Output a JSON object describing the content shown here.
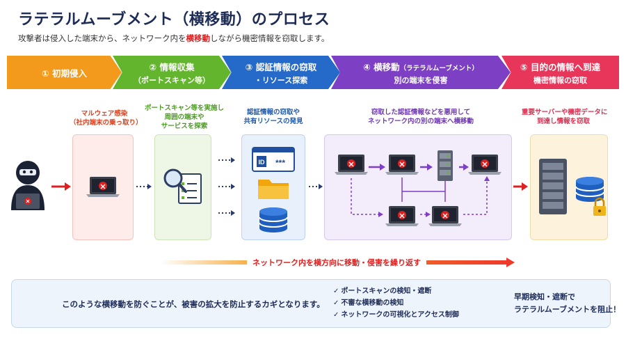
{
  "header": {
    "title": "ラテラルムーブメント（横移動）のプロセス",
    "subtitle_pre": "攻撃者は侵入した端末から、ネットワーク内を",
    "subtitle_hl": "横移動",
    "subtitle_post": "しながら機密情報を窃取します。"
  },
  "steps": [
    {
      "line1": "① 初期侵入",
      "line2": ""
    },
    {
      "line1": "② 情報収集",
      "line2": "（ポートスキャン等）"
    },
    {
      "line1": "③ 認証情報の窃取",
      "line2": "・リソース探索"
    },
    {
      "line1_main": "④ 横移動",
      "line1_small": "（ラテラルムーブメント）",
      "line2": "別の端末を侵害"
    },
    {
      "line1": "⑤ 目的の情報へ到達",
      "line2": "機密情報の窃取"
    }
  ],
  "captions": {
    "c1": [
      "マルウェア感染",
      "（社内端末の乗っ取り）"
    ],
    "c2": [
      "ポートスキャン等を実施し",
      "周囲の端末や",
      "サービスを探索"
    ],
    "c3": [
      "認証情報の窃取や",
      "共有リソースの発見"
    ],
    "c4": [
      "窃取した認証情報などを悪用して",
      "ネットワーク内の別の端末へ横移動"
    ],
    "c5": [
      "重要サーバーや機密データに",
      "到達し情報を窃取"
    ]
  },
  "id_card": {
    "label": "ID",
    "mask": "***"
  },
  "banner": {
    "text": "ネットワーク内を横方向に移動・侵害を繰り返す"
  },
  "bottom": {
    "message": "このような横移動を防ぐことが、被害の拡大を防止するカギとなります。",
    "checks": [
      "ポートスキャンの検知・遮断",
      "不審な横移動の検知",
      "ネットワークの可視化とアクセス制御"
    ],
    "check_mark": "✓",
    "result": [
      "早期検知・遮断で",
      "ラテラルムーブメントを阻止！"
    ]
  },
  "icons": [
    "hacker-icon",
    "infected-laptop-icon",
    "magnifier-document-icon",
    "id-card-icon",
    "folder-icon",
    "database-icon",
    "server-icon",
    "lock-icon",
    "shield-check-icon",
    "arrow-right-icon"
  ],
  "colors": {
    "step1": "#f39a1c",
    "step2": "#63b52d",
    "step3": "#2569c9",
    "step4": "#7d3fc4",
    "step5": "#e8365a",
    "alert": "#e02020",
    "navy": "#1d2b57"
  }
}
